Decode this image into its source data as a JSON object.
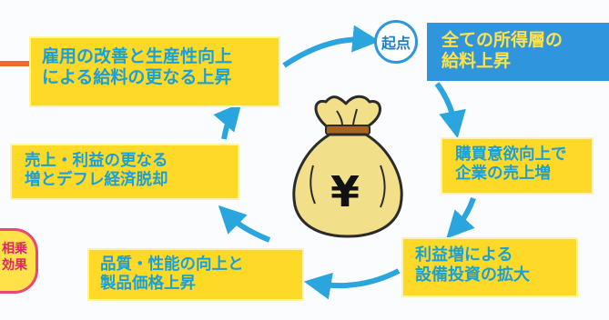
{
  "diagram": {
    "start_badge": "起点",
    "nodes": [
      {
        "id": "start",
        "lines": [
          "全ての所得層の",
          "給料上昇"
        ]
      },
      {
        "id": "demand",
        "lines": [
          "購買意欲向上で",
          "企業の売上増"
        ]
      },
      {
        "id": "capex",
        "lines": [
          "利益増による",
          "設備投資の拡大"
        ]
      },
      {
        "id": "quality",
        "lines": [
          "品質・性能の向上と",
          "製品価格上昇"
        ]
      },
      {
        "id": "sales",
        "lines": [
          "売上・利益の更なる",
          "増とデフレ経済脱却"
        ]
      },
      {
        "id": "hiring",
        "lines": [
          "雇用の改善と生産性向上",
          "による給料の更なる上昇"
        ]
      }
    ],
    "side_badge": {
      "lines": [
        "相乗",
        "効果"
      ]
    },
    "center_symbol": "¥",
    "colors": {
      "yellow_box": "#ffd928",
      "blue_box": "#2f96dd",
      "box_text_blue": "#1aa0d8",
      "box_text_yellow": "#ffe24a",
      "arrow": "#2aa5dd",
      "synergy_text": "#e0246a",
      "bag": "#f2df8a"
    },
    "icons": [
      "money-bag-icon",
      "cycle-arrow-icon"
    ]
  }
}
